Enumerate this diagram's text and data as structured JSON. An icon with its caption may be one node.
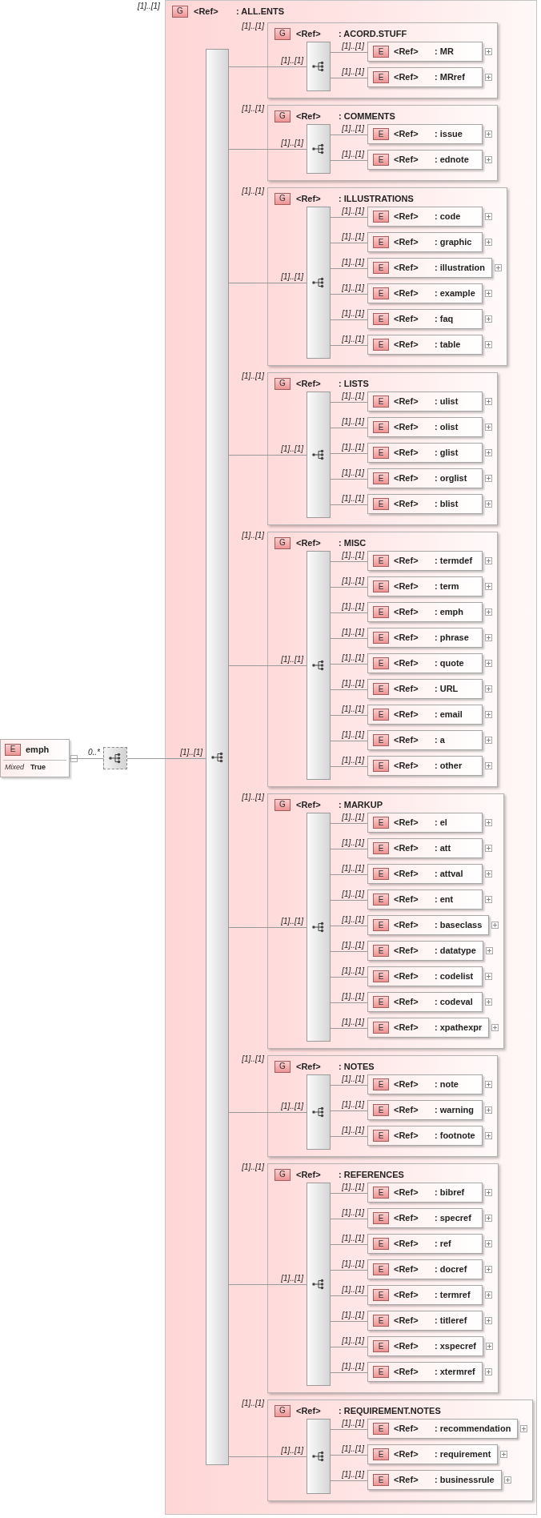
{
  "diagram": {
    "nodes": [
      {
        "text": [
          "E",
          "emph",
          "Mixed",
          "True"
        ]
      },
      {
        "text": [],
        "shape": "box"
      },
      {
        "text": [
          "G",
          "<Ref>",
          ": ALL.ENTS"
        ],
        "beside": [
          "[1]..[1]"
        ]
      },
      {
        "text": [],
        "shape": "bar",
        "in": 2
      },
      {
        "text": [
          "G",
          "<Ref>",
          ": ACORD.STUFF"
        ],
        "in": 2,
        "beside": [
          "[1]..[1]"
        ]
      },
      {
        "text": [],
        "shape": "bar",
        "in": 4
      },
      {
        "text": [
          "E",
          "<Ref>",
          ": MR"
        ],
        "in": 4
      },
      {
        "text": [
          "E",
          "<Ref>",
          ": MRref"
        ],
        "in": 4
      },
      {
        "text": [
          "G",
          "<Ref>",
          ": COMMENTS"
        ],
        "in": 2,
        "beside": [
          "[1]..[1]"
        ]
      },
      {
        "text": [],
        "shape": "bar",
        "in": 8
      },
      {
        "text": [
          "E",
          "<Ref>",
          ": issue"
        ],
        "in": 8
      },
      {
        "text": [
          "E",
          "<Ref>",
          ": ednote"
        ],
        "in": 8
      },
      {
        "text": [
          "G",
          "<Ref>",
          ": ILLUSTRATIONS"
        ],
        "in": 2,
        "beside": [
          "[1]..[1]"
        ]
      },
      {
        "text": [],
        "shape": "bar",
        "in": 12
      },
      {
        "text": [
          "E",
          "<Ref>",
          ": code"
        ],
        "in": 12
      },
      {
        "text": [
          "E",
          "<Ref>",
          ": graphic"
        ],
        "in": 12
      },
      {
        "text": [
          "E",
          "<Ref>",
          ": illustration"
        ],
        "in": 12
      },
      {
        "text": [
          "E",
          "<Ref>",
          ": example"
        ],
        "in": 12
      },
      {
        "text": [
          "E",
          "<Ref>",
          ": faq"
        ],
        "in": 12
      },
      {
        "text": [
          "E",
          "<Ref>",
          ": table"
        ],
        "in": 12
      },
      {
        "text": [
          "G",
          "<Ref>",
          ": LISTS"
        ],
        "in": 2,
        "beside": [
          "[1]..[1]"
        ]
      },
      {
        "text": [],
        "shape": "bar",
        "in": 20
      },
      {
        "text": [
          "E",
          "<Ref>",
          ": ulist"
        ],
        "in": 20
      },
      {
        "text": [
          "E",
          "<Ref>",
          ": olist"
        ],
        "in": 20
      },
      {
        "text": [
          "E",
          "<Ref>",
          ": glist"
        ],
        "in": 20
      },
      {
        "text": [
          "E",
          "<Ref>",
          ": orglist"
        ],
        "in": 20
      },
      {
        "text": [
          "E",
          "<Ref>",
          ": blist"
        ],
        "in": 20
      },
      {
        "text": [
          "G",
          "<Ref>",
          ": MISC"
        ],
        "in": 2,
        "beside": [
          "[1]..[1]"
        ]
      },
      {
        "text": [],
        "shape": "bar",
        "in": 27
      },
      {
        "text": [
          "E",
          "<Ref>",
          ": termdef"
        ],
        "in": 27
      },
      {
        "text": [
          "E",
          "<Ref>",
          ": term"
        ],
        "in": 27
      },
      {
        "text": [
          "E",
          "<Ref>",
          ": emph"
        ],
        "in": 27
      },
      {
        "text": [
          "E",
          "<Ref>",
          ": phrase"
        ],
        "in": 27
      },
      {
        "text": [
          "E",
          "<Ref>",
          ": quote"
        ],
        "in": 27
      },
      {
        "text": [
          "E",
          "<Ref>",
          ": URL"
        ],
        "in": 27
      },
      {
        "text": [
          "E",
          "<Ref>",
          ": email"
        ],
        "in": 27
      },
      {
        "text": [
          "E",
          "<Ref>",
          ": a"
        ],
        "in": 27
      },
      {
        "text": [
          "E",
          "<Ref>",
          ": other"
        ],
        "in": 27
      },
      {
        "text": [
          "G",
          "<Ref>",
          ": MARKUP"
        ],
        "in": 2,
        "beside": [
          "[1]..[1]"
        ]
      },
      {
        "text": [],
        "shape": "bar",
        "in": 38
      },
      {
        "text": [
          "E",
          "<Ref>",
          ": el"
        ],
        "in": 38
      },
      {
        "text": [
          "E",
          "<Ref>",
          ": att"
        ],
        "in": 38
      },
      {
        "text": [
          "E",
          "<Ref>",
          ": attval"
        ],
        "in": 38
      },
      {
        "text": [
          "E",
          "<Ref>",
          ": ent"
        ],
        "in": 38
      },
      {
        "text": [
          "E",
          "<Ref>",
          ": baseclass"
        ],
        "in": 38
      },
      {
        "text": [
          "E",
          "<Ref>",
          ": datatype"
        ],
        "in": 38
      },
      {
        "text": [
          "E",
          "<Ref>",
          ": codelist"
        ],
        "in": 38
      },
      {
        "text": [
          "E",
          "<Ref>",
          ": codeval"
        ],
        "in": 38
      },
      {
        "text": [
          "E",
          "<Ref>",
          ": xpathexpr"
        ],
        "in": 38
      },
      {
        "text": [
          "G",
          "<Ref>",
          ": NOTES"
        ],
        "in": 2,
        "beside": [
          "[1]..[1]"
        ]
      },
      {
        "text": [],
        "shape": "bar",
        "in": 49
      },
      {
        "text": [
          "E",
          "<Ref>",
          ": note"
        ],
        "in": 49
      },
      {
        "text": [
          "E",
          "<Ref>",
          ": warning"
        ],
        "in": 49
      },
      {
        "text": [
          "E",
          "<Ref>",
          ": footnote"
        ],
        "in": 49
      },
      {
        "text": [
          "G",
          "<Ref>",
          ": REFERENCES"
        ],
        "in": 2,
        "beside": [
          "[1]..[1]"
        ]
      },
      {
        "text": [],
        "shape": "bar",
        "in": 54
      },
      {
        "text": [
          "E",
          "<Ref>",
          ": bibref"
        ],
        "in": 54
      },
      {
        "text": [
          "E",
          "<Ref>",
          ": specref"
        ],
        "in": 54
      },
      {
        "text": [
          "E",
          "<Ref>",
          ": ref"
        ],
        "in": 54
      },
      {
        "text": [
          "E",
          "<Ref>",
          ": docref"
        ],
        "in": 54
      },
      {
        "text": [
          "E",
          "<Ref>",
          ": termref"
        ],
        "in": 54
      },
      {
        "text": [
          "E",
          "<Ref>",
          ": titleref"
        ],
        "in": 54
      },
      {
        "text": [
          "E",
          "<Ref>",
          ": xspecref"
        ],
        "in": 54
      },
      {
        "text": [
          "E",
          "<Ref>",
          ": xtermref"
        ],
        "in": 54
      },
      {
        "text": [
          "G",
          "<Ref>",
          ": REQUIREMENT.NOTES"
        ],
        "in": 2,
        "beside": [
          "[1]..[1]"
        ]
      },
      {
        "text": [],
        "shape": "bar",
        "in": 64
      },
      {
        "text": [
          "E",
          "<Ref>",
          ": recommendation"
        ],
        "in": 64
      },
      {
        "text": [
          "E",
          "<Ref>",
          ": requirement"
        ],
        "in": 64
      },
      {
        "text": [
          "E",
          "<Ref>",
          ": businessrule"
        ],
        "in": 64
      }
    ],
    "edges": [
      {
        "from": 0,
        "to": 1,
        "arrow": "none",
        "label": "0..*"
      },
      {
        "from": 1,
        "to": 3,
        "arrow": "none",
        "label": "[1]..[1]"
      },
      {
        "from": 3,
        "to": 5,
        "arrow": "none",
        "label": "[1]..[1]"
      },
      {
        "from": 5,
        "to": 6,
        "arrow": "none",
        "label": "[1]..[1]"
      },
      {
        "from": 5,
        "to": 7,
        "arrow": "none",
        "label": "[1]..[1]"
      },
      {
        "from": 3,
        "to": 9,
        "arrow": "none",
        "label": "[1]..[1]"
      },
      {
        "from": 9,
        "to": 10,
        "arrow": "none",
        "label": "[1]..[1]"
      },
      {
        "from": 9,
        "to": 11,
        "arrow": "none",
        "label": "[1]..[1]"
      },
      {
        "from": 3,
        "to": 13,
        "arrow": "none",
        "label": "[1]..[1]"
      },
      {
        "from": 13,
        "to": 14,
        "arrow": "none",
        "label": "[1]..[1]"
      },
      {
        "from": 13,
        "to": 15,
        "arrow": "none",
        "label": "[1]..[1]"
      },
      {
        "from": 13,
        "to": 16,
        "arrow": "none",
        "label": "[1]..[1]"
      },
      {
        "from": 13,
        "to": 17,
        "arrow": "none",
        "label": "[1]..[1]"
      },
      {
        "from": 13,
        "to": 18,
        "arrow": "none",
        "label": "[1]..[1]"
      },
      {
        "from": 13,
        "to": 19,
        "arrow": "none",
        "label": "[1]..[1]"
      },
      {
        "from": 3,
        "to": 21,
        "arrow": "none",
        "label": "[1]..[1]"
      },
      {
        "from": 21,
        "to": 22,
        "arrow": "none",
        "label": "[1]..[1]"
      },
      {
        "from": 21,
        "to": 23,
        "arrow": "none",
        "label": "[1]..[1]"
      },
      {
        "from": 21,
        "to": 24,
        "arrow": "none",
        "label": "[1]..[1]"
      },
      {
        "from": 21,
        "to": 25,
        "arrow": "none",
        "label": "[1]..[1]"
      },
      {
        "from": 21,
        "to": 26,
        "arrow": "none",
        "label": "[1]..[1]"
      },
      {
        "from": 3,
        "to": 28,
        "arrow": "none",
        "label": "[1]..[1]"
      },
      {
        "from": 28,
        "to": 29,
        "arrow": "none",
        "label": "[1]..[1]"
      },
      {
        "from": 28,
        "to": 30,
        "arrow": "none",
        "label": "[1]..[1]"
      },
      {
        "from": 28,
        "to": 31,
        "arrow": "none",
        "label": "[1]..[1]"
      },
      {
        "from": 28,
        "to": 32,
        "arrow": "none",
        "label": "[1]..[1]"
      },
      {
        "from": 28,
        "to": 33,
        "arrow": "none",
        "label": "[1]..[1]"
      },
      {
        "from": 28,
        "to": 34,
        "arrow": "none",
        "label": "[1]..[1]"
      },
      {
        "from": 28,
        "to": 35,
        "arrow": "none",
        "label": "[1]..[1]"
      },
      {
        "from": 28,
        "to": 36,
        "arrow": "none",
        "label": "[1]..[1]"
      },
      {
        "from": 28,
        "to": 37,
        "arrow": "none",
        "label": "[1]..[1]"
      },
      {
        "from": 3,
        "to": 39,
        "arrow": "none",
        "label": "[1]..[1]"
      },
      {
        "from": 39,
        "to": 40,
        "arrow": "none",
        "label": "[1]..[1]"
      },
      {
        "from": 39,
        "to": 41,
        "arrow": "none",
        "label": "[1]..[1]"
      },
      {
        "from": 39,
        "to": 42,
        "arrow": "none",
        "label": "[1]..[1]"
      },
      {
        "from": 39,
        "to": 43,
        "arrow": "none",
        "label": "[1]..[1]"
      },
      {
        "from": 39,
        "to": 44,
        "arrow": "none",
        "label": "[1]..[1]"
      },
      {
        "from": 39,
        "to": 45,
        "arrow": "none",
        "label": "[1]..[1]"
      },
      {
        "from": 39,
        "to": 46,
        "arrow": "none",
        "label": "[1]..[1]"
      },
      {
        "from": 39,
        "to": 47,
        "arrow": "none",
        "label": "[1]..[1]"
      },
      {
        "from": 39,
        "to": 48,
        "arrow": "none",
        "label": "[1]..[1]"
      },
      {
        "from": 3,
        "to": 50,
        "arrow": "none",
        "label": "[1]..[1]"
      },
      {
        "from": 50,
        "to": 51,
        "arrow": "none",
        "label": "[1]..[1]"
      },
      {
        "from": 50,
        "to": 52,
        "arrow": "none",
        "label": "[1]..[1]"
      },
      {
        "from": 50,
        "to": 53,
        "arrow": "none",
        "label": "[1]..[1]"
      },
      {
        "from": 3,
        "to": 55,
        "arrow": "none",
        "label": "[1]..[1]"
      },
      {
        "from": 55,
        "to": 56,
        "arrow": "none",
        "label": "[1]..[1]"
      },
      {
        "from": 55,
        "to": 57,
        "arrow": "none",
        "label": "[1]..[1]"
      },
      {
        "from": 55,
        "to": 58,
        "arrow": "none",
        "label": "[1]..[1]"
      },
      {
        "from": 55,
        "to": 59,
        "arrow": "none",
        "label": "[1]..[1]"
      },
      {
        "from": 55,
        "to": 60,
        "arrow": "none",
        "label": "[1]..[1]"
      },
      {
        "from": 55,
        "to": 61,
        "arrow": "none",
        "label": "[1]..[1]"
      },
      {
        "from": 55,
        "to": 62,
        "arrow": "none",
        "label": "[1]..[1]"
      },
      {
        "from": 55,
        "to": 63,
        "arrow": "none",
        "label": "[1]..[1]"
      },
      {
        "from": 3,
        "to": 65,
        "arrow": "none",
        "label": "[1]..[1]"
      },
      {
        "from": 65,
        "to": 66,
        "arrow": "none",
        "label": "[1]..[1]"
      },
      {
        "from": 65,
        "to": 67,
        "arrow": "none",
        "label": "[1]..[1]"
      },
      {
        "from": 65,
        "to": 68,
        "arrow": "none",
        "label": "[1]..[1]"
      }
    ]
  }
}
